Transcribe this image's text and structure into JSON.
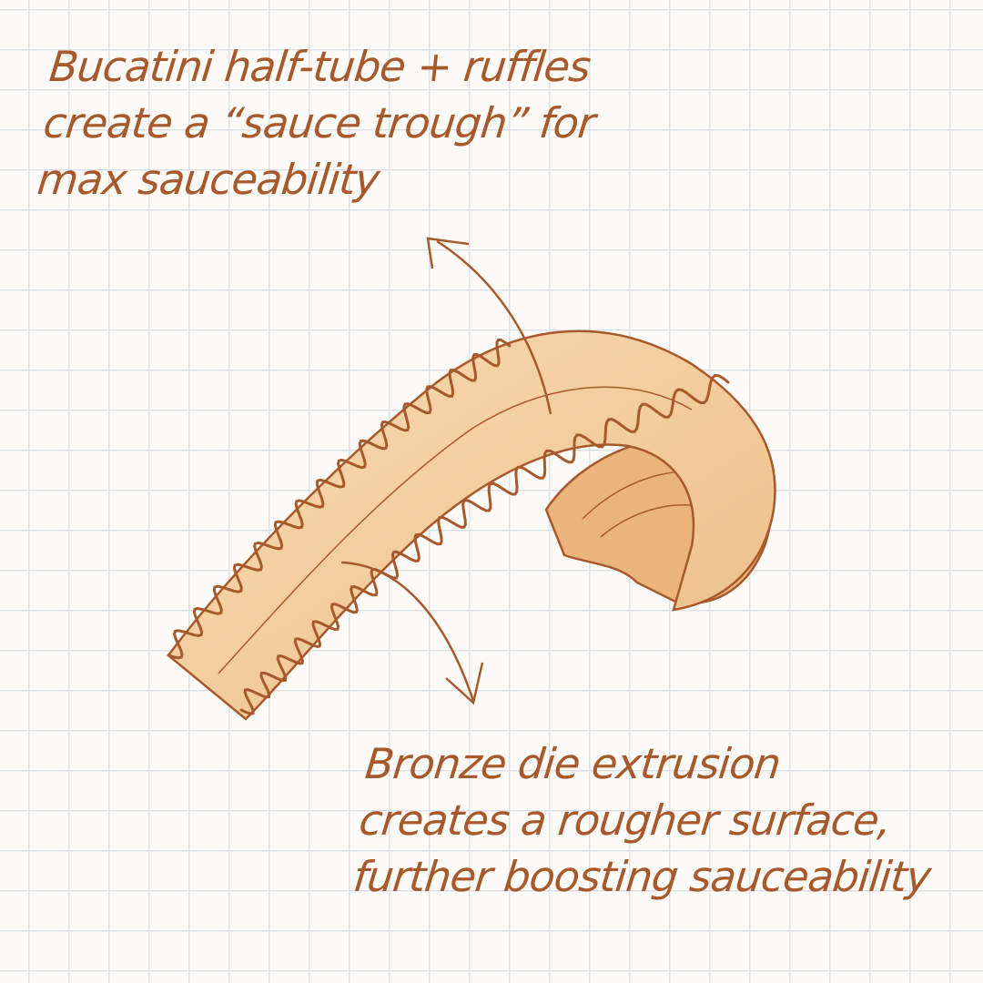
{
  "annotations": {
    "top": {
      "lines": [
        "Bucatini half-tube + ruffles",
        "create a “sauce trough” for",
        "max sauceability"
      ]
    },
    "bottom": {
      "lines": [
        "Bronze die extrusion",
        "creates a rougher surface,",
        "further boosting sauceability"
      ]
    }
  },
  "colors": {
    "ink": "#a8592b",
    "pasta": "#f3cf9f",
    "pasta_shade": "#e8b27a",
    "background": "#fcfbf7",
    "grid": "#dde2ea"
  }
}
